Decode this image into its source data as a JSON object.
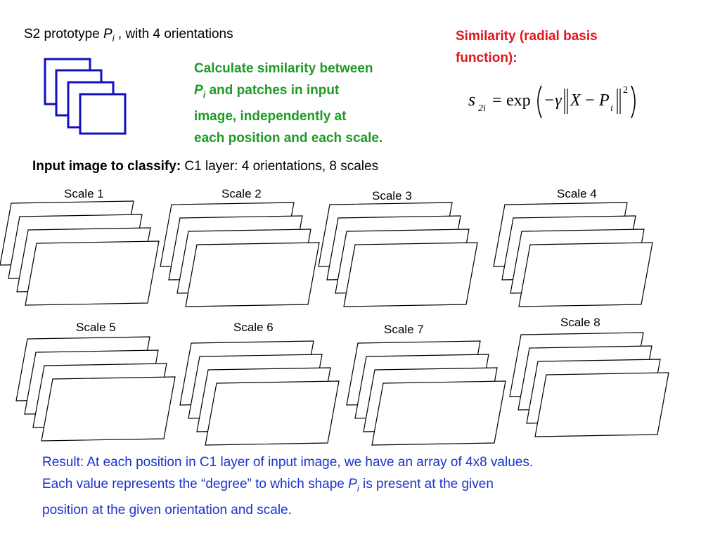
{
  "title": {
    "prefix": "S2 prototype ",
    "var": "P",
    "sub": "i",
    "suffix": " , with 4 orientations"
  },
  "green_text": {
    "line1": "Calculate similarity between",
    "var": "P",
    "sub": "i",
    "line2_rest": " and patches in input",
    "line3": "image, independently at",
    "line4": "each position and each scale."
  },
  "similarity": {
    "line1": "Similarity (radial basis",
    "line2": "function):",
    "formula_lhs": "s",
    "formula_lhs_sub": "2i",
    "formula_eq": "=",
    "formula_exp": "exp",
    "formula_minus_gamma": "−γ",
    "formula_X": "X",
    "formula_minus": "−",
    "formula_P": "P",
    "formula_P_sub": "i",
    "formula_power": "2"
  },
  "input": {
    "bold_label": "Input image to classify:",
    "rest": "  C1 layer:  4 orientations, 8 scales"
  },
  "scales": [
    "Scale 1",
    "Scale 2",
    "Scale 3",
    "Scale 4",
    "Scale 5",
    "Scale 6",
    "Scale 7",
    "Scale 8"
  ],
  "result": {
    "line1": "Result:  At each position in C1 layer of input image, we have an array of 4x8 values.",
    "line2_pre": "Each value represents the “degree” to which shape ",
    "var": "P",
    "sub": "i",
    "line2_post": " is present at the given",
    "line3": "position at the given orientation and scale."
  },
  "colors": {
    "prototype_stroke": "#1010c0",
    "green": "#1f9a28",
    "red": "#e3161b",
    "blue": "#1a33cc"
  }
}
